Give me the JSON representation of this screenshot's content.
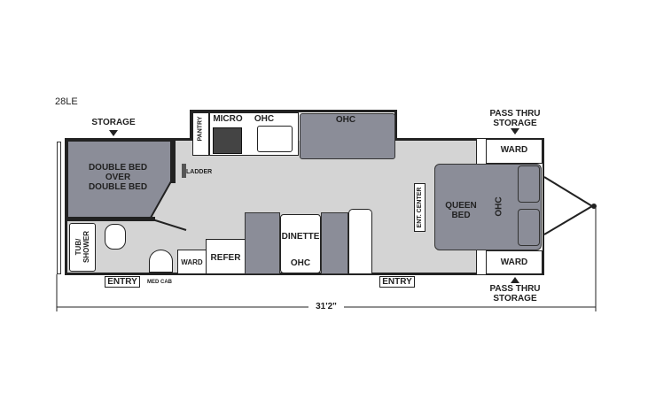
{
  "model": "28LE",
  "labels": {
    "storage": "STORAGE",
    "double_bed": "DOUBLE BED\nOVER\nDOUBLE BED",
    "ladder": "LADDER",
    "pantry": "PANTRY",
    "micro": "MICRO",
    "ohc_kitchen": "OHC",
    "ohc_slide": "OHC",
    "pass_thru_top": "PASS THRU\nSTORAGE",
    "pass_thru_bottom": "PASS THRU\nSTORAGE",
    "ward_top": "WARD",
    "ward_bottom": "WARD",
    "queen_bed": "QUEEN\nBED",
    "ohc_bed": "OHC",
    "ent_center": "ENT. CENTER",
    "tub_shower": "TUB/\nSHOWER",
    "ward_bath": "WARD",
    "refer": "REFER",
    "dinette": "DINETTE",
    "ohc_dinette": "OHC",
    "entry_rear": "ENTRY",
    "entry_mid": "ENTRY",
    "med_cab": "MED CAB",
    "length": "31'2\""
  },
  "colors": {
    "bed": "#8b8d98",
    "floor": "#d4d4d4",
    "wall": "#222222"
  }
}
